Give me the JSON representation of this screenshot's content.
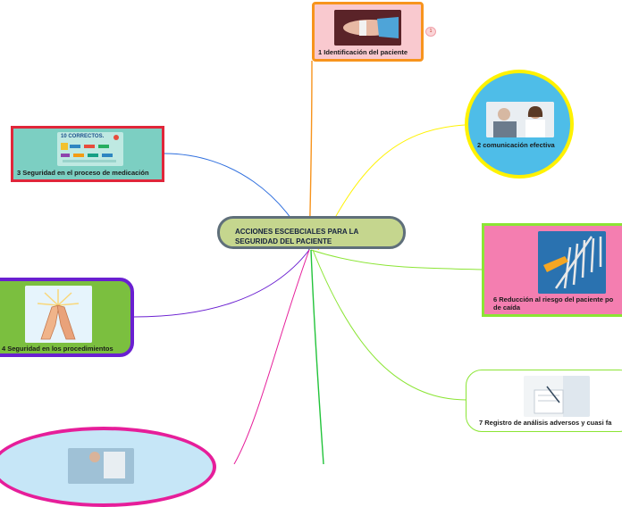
{
  "center": {
    "line1": "ACCIONES ESCEBCIALES PARA LA",
    "line2": "SEGURIDAD DEL PACIENTE"
  },
  "nodes": {
    "n1": {
      "label": "1 Identificación del paciente",
      "badge": "1"
    },
    "n2": {
      "label": "2 comunicación efectiva"
    },
    "n3": {
      "label": "3 Seguridad en el proceso de medicación",
      "image_text": "10 CORRECTOS."
    },
    "n4": {
      "label": "4 Seguridad en los procedimientos"
    },
    "n6": {
      "line1": "6 Reducción al riesgo del paciente po",
      "line2": "de caída"
    },
    "n7": {
      "label": "7 Registro de análisis adversos y cuasi fa"
    }
  },
  "colors": {
    "center_fill": "#c5d68e",
    "n1_border": "#f7941d",
    "n1_fill": "#f9c9cf",
    "n2_border": "#fff200",
    "n2_fill": "#4ebde8",
    "n3_border": "#e0263a",
    "n3_fill": "#7ccfc2",
    "n4_border": "#6a1fd1",
    "n4_fill": "#7bbf3f",
    "n6_border": "#8be534",
    "n6_fill": "#f47eb0",
    "n7_border": "#8be534",
    "n8_border": "#e61e9a",
    "n8_fill": "#c6e6f7"
  }
}
